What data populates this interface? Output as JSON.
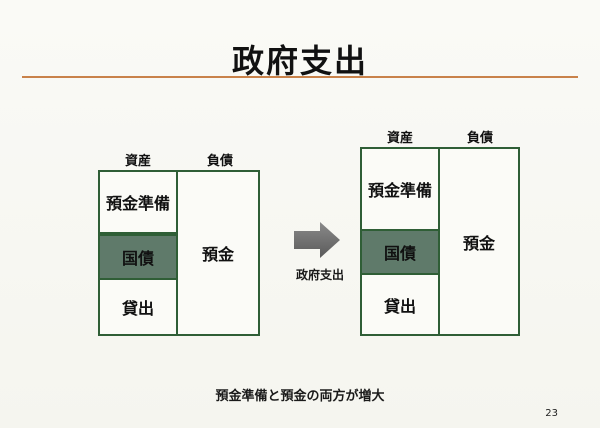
{
  "title": "政府支出",
  "before": {
    "assets_header": "資産",
    "liabilities_header": "負債",
    "reserves": "預金準備",
    "bonds": "国債",
    "loans": "貸出",
    "deposits": "預金"
  },
  "arrow_label": "政府支出",
  "after": {
    "assets_header": "資産",
    "liabilities_header": "負債",
    "reserves": "預金準備",
    "bonds": "国債",
    "loans": "貸出",
    "deposits": "預金"
  },
  "caption": "預金準備と預金の両方が増大",
  "page_number": "23",
  "colors": {
    "rule": "#c9824a",
    "border": "#2f5e36",
    "bond_fill": "#5f7a6a"
  }
}
